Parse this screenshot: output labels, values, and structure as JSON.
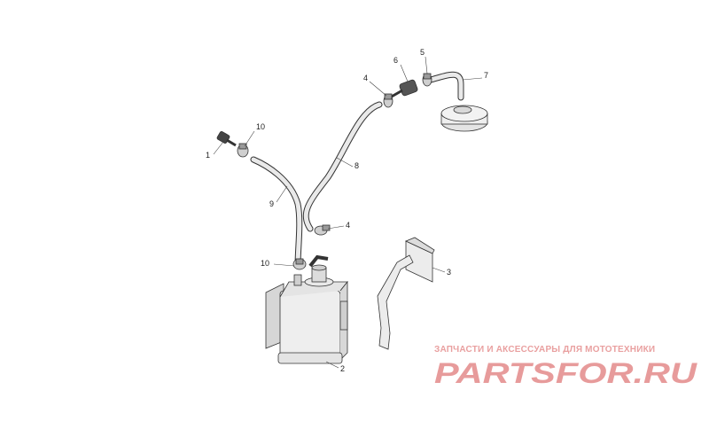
{
  "callouts": [
    {
      "id": "c1",
      "text": "1"
    },
    {
      "id": "c10a",
      "text": "10"
    },
    {
      "id": "c9",
      "text": "9"
    },
    {
      "id": "c4a",
      "text": "4"
    },
    {
      "id": "c6",
      "text": "6"
    },
    {
      "id": "c5",
      "text": "5"
    },
    {
      "id": "c7",
      "text": "7"
    },
    {
      "id": "c8",
      "text": "8"
    },
    {
      "id": "c4b",
      "text": "4"
    },
    {
      "id": "c10b",
      "text": "10"
    },
    {
      "id": "c3",
      "text": "3"
    },
    {
      "id": "c2",
      "text": "2"
    }
  ],
  "watermark": {
    "tagline": "ЗАПЧАСТИ И АКСЕССУАРЫ ДЛЯ МОТОТЕХНИКИ",
    "brand": "PARTSFOR.RU",
    "color": "#e07a7a"
  },
  "colors": {
    "line": "#333333",
    "fill_light": "#e8e8e8",
    "fill_mid": "#cfcfcf",
    "fill_dark": "#9a9a9a"
  }
}
